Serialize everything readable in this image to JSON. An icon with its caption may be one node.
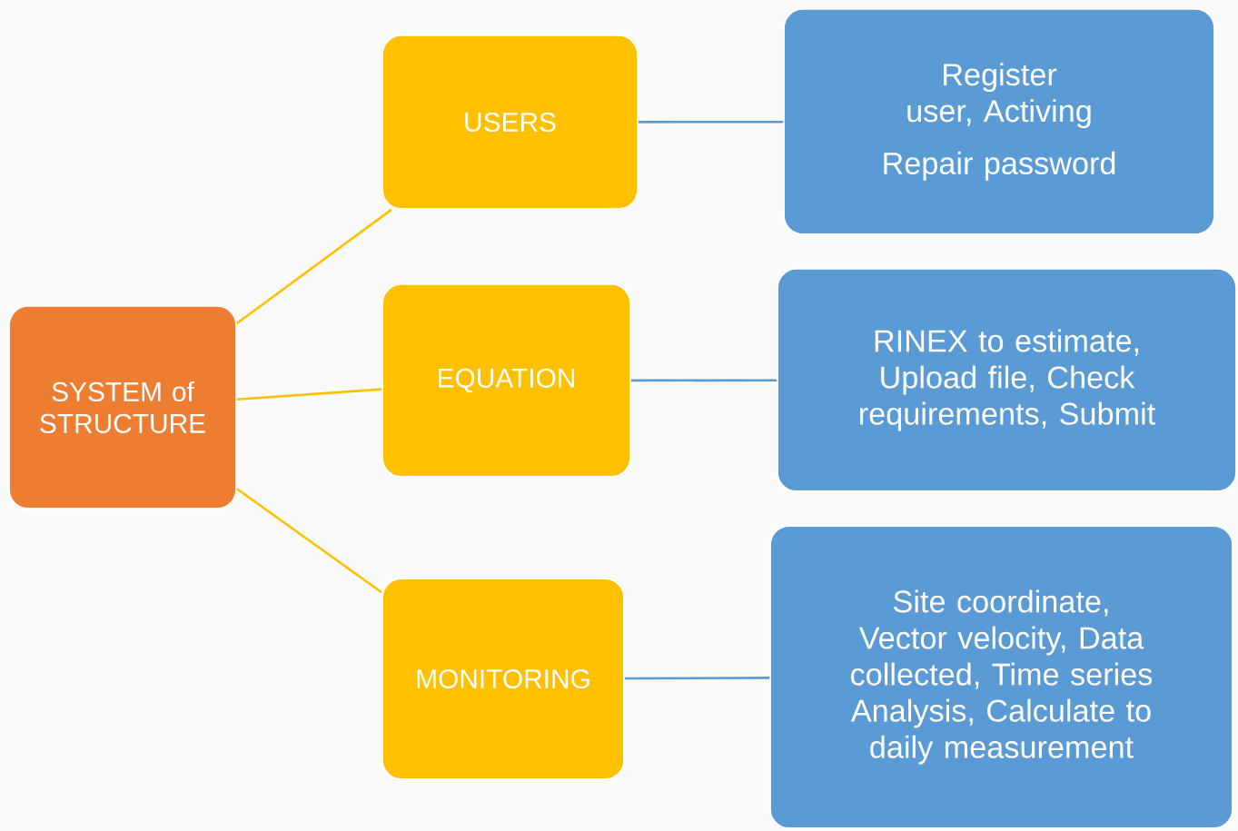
{
  "diagram": {
    "nodes": [
      {
        "text": [
          "SYSTEM of STRUCTURE"
        ]
      },
      {
        "text": [
          "USERS"
        ]
      },
      {
        "text": [
          "EQUATION"
        ]
      },
      {
        "text": [
          "MONITORING"
        ]
      },
      {
        "text": [
          "Register user, Activing",
          "Repair password"
        ]
      },
      {
        "text": [
          "RINEX to estimate, Upload file, Check requirements, Submit"
        ]
      },
      {
        "text": [
          "Site coordinate, Vector velocity, Data collected, Time series Analysis, Calculate to daily measurement"
        ]
      }
    ],
    "edges": [
      {
        "from": 0,
        "to": 1,
        "arrow": "none",
        "color": "#ffc000"
      },
      {
        "from": 0,
        "to": 2,
        "arrow": "none",
        "color": "#ffc000"
      },
      {
        "from": 0,
        "to": 3,
        "arrow": "none",
        "color": "#ffc000"
      },
      {
        "from": 1,
        "to": 4,
        "arrow": "none",
        "color": "#5b9bd5"
      },
      {
        "from": 2,
        "to": 5,
        "arrow": "none",
        "color": "#5b9bd5"
      },
      {
        "from": 3,
        "to": 6,
        "arrow": "none",
        "color": "#5b9bd5"
      }
    ]
  }
}
